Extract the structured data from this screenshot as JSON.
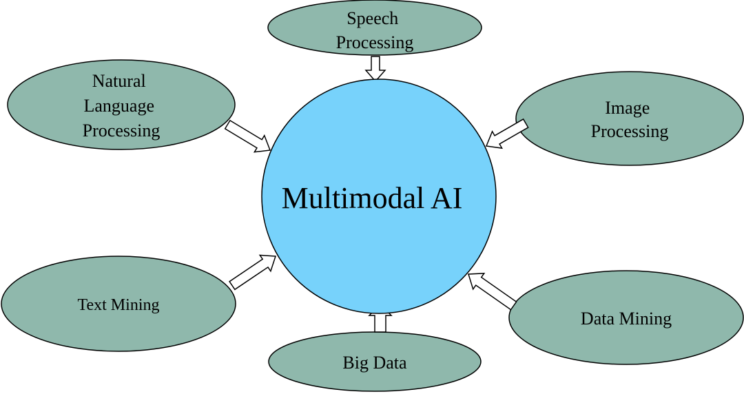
{
  "colors": {
    "center_fill": "#77d2fb",
    "node_fill": "#8fb8ac",
    "stroke": "#000000",
    "arrow_fill": "#ffffff"
  },
  "center": {
    "label": "Multimodal AI"
  },
  "nodes": {
    "speech": {
      "lines": [
        "Speech",
        "Processing"
      ]
    },
    "nlp": {
      "lines": [
        "Natural",
        "Language",
        "Processing"
      ]
    },
    "image": {
      "lines": [
        "Image",
        "Processing"
      ]
    },
    "text_mining": {
      "lines": [
        "Text Mining"
      ]
    },
    "data_mining": {
      "lines": [
        "Data Mining"
      ]
    },
    "big_data": {
      "lines": [
        "Big Data"
      ]
    }
  }
}
